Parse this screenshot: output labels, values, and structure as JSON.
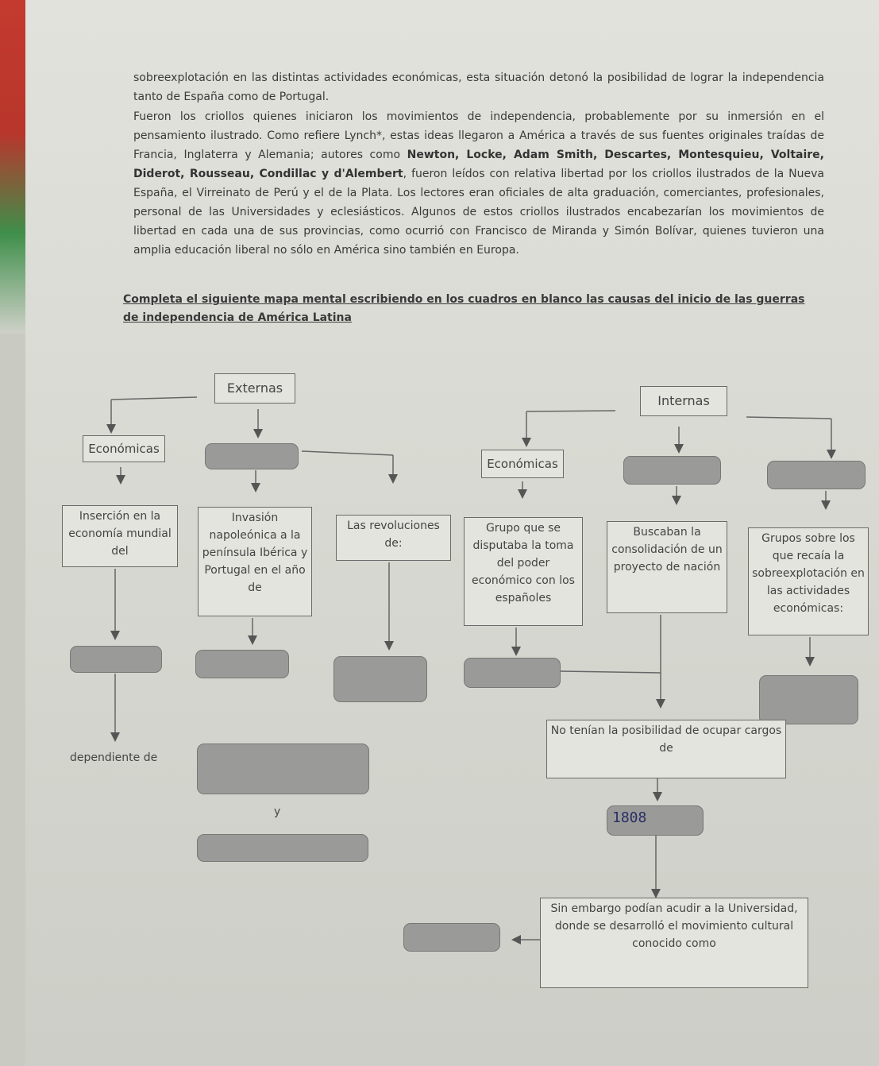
{
  "text": {
    "p1": "sobreexplotación en las distintas actividades económicas, esta situación detonó la posibilidad de lograr la independencia tanto de España como de Portugal.",
    "p2_a": "Fueron los criollos quienes iniciaron los movimientos de independencia, probablemente por su inmersión en el pensamiento ilustrado. Como refiere Lynch*, estas ideas llegaron a América a través de sus fuentes originales traídas de Francia, Inglaterra y Alemania; autores como ",
    "p2_authors": "Newton, Locke, Adam Smith, Descartes, Montesquieu, Voltaire, Diderot, Rousseau, Condillac y d'Alembert",
    "p2_b": ", fueron leídos con relativa libertad por los criollos ilustrados de la Nueva España, el Virreinato de Perú y el de la Plata. Los lectores eran oficiales de alta graduación, comerciantes, profesionales, personal de las Universidades y eclesiásticos. Algunos de estos criollos ilustrados encabezarían los movimientos de libertad en cada una de sus provincias, como ocurrió con Francisco de Miranda y Simón Bolívar, quienes tuvieron una amplia educación liberal no sólo en América sino también en Europa.",
    "instruction": "Completa el siguiente mapa mental escribiendo en los cuadros en blanco las causas del inicio de las guerras de independencia de América Latina"
  },
  "map": {
    "externas": "Externas",
    "internas": "Internas",
    "economicas_ext": "Económicas",
    "economicas_int": "Económicas",
    "insercion": "Inserción en la economía mundial del",
    "invasion": "Invasión napoleónica a la península Ibérica y Portugal en el año de",
    "revoluciones": "Las revoluciones de:",
    "grupo": "Grupo que se disputaba la toma del poder económico con los españoles",
    "buscaban": "Buscaban la consolidación de un proyecto de nación",
    "grupos_sobre": "Grupos sobre los que recaía la sobreexplotación en las actividades económicas:",
    "dependiente": "dependiente de",
    "y": "y",
    "no_tenian": "No tenían la posibilidad de ocupar cargos de",
    "sin_embargo": "Sin embargo podían acudir a la Universidad, donde se desarrolló el movimiento cultural conocido como",
    "handwritten_1808": "1808"
  }
}
